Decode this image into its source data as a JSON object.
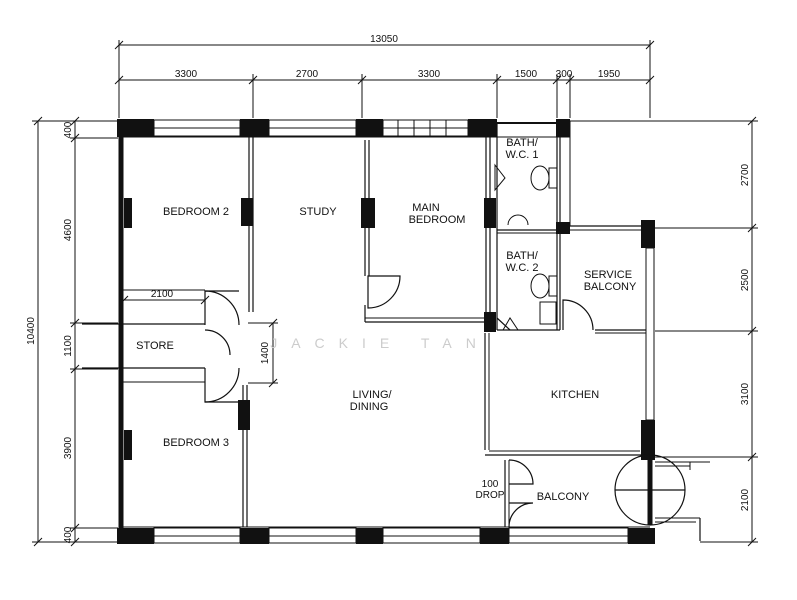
{
  "dimensions": {
    "overall_width": "13050",
    "top_segments": [
      "3300",
      "2700",
      "3300",
      "1500",
      "300",
      "1950"
    ],
    "overall_height": "10400",
    "left_segments": [
      "400",
      "4600",
      "1100",
      "3900",
      "400"
    ],
    "right_segments": [
      "2700",
      "2500",
      "3100",
      "2100"
    ],
    "store_width": "2100",
    "corridor_width": "1400",
    "drop_value": "100",
    "drop_label": "DROP"
  },
  "rooms": {
    "bedroom2": "BEDROOM 2",
    "study": "STUDY",
    "main_bedroom_1": "MAIN",
    "main_bedroom_2": "BEDROOM",
    "bath1_1": "BATH/",
    "bath1_2": "W.C. 1",
    "bath2_1": "BATH/",
    "bath2_2": "W.C. 2",
    "service_1": "SERVICE",
    "service_2": "BALCONY",
    "store": "STORE",
    "living_1": "LIVING/",
    "living_2": "DINING",
    "kitchen": "KITCHEN",
    "bedroom3": "BEDROOM 3",
    "balcony": "BALCONY"
  },
  "watermark": "JACKIE TAN"
}
